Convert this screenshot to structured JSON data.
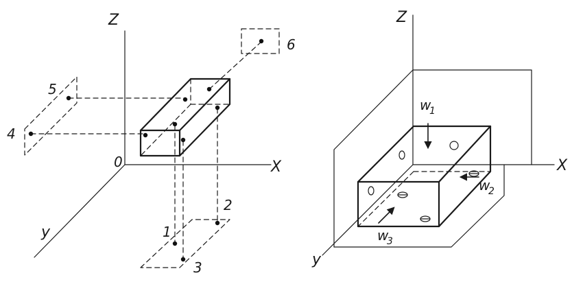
{
  "left_figure": {
    "axes": {
      "z": "Z",
      "x": "X",
      "y": "y",
      "origin": "0"
    },
    "points": [
      "1",
      "2",
      "3",
      "4",
      "5",
      "6"
    ]
  },
  "right_figure": {
    "axes": {
      "z": "Z",
      "x": "X",
      "y": "y"
    },
    "forces": {
      "w1": "w",
      "w1_sub": "1",
      "w2": "w",
      "w2_sub": "2",
      "w3": "w",
      "w3_sub": "3"
    }
  }
}
